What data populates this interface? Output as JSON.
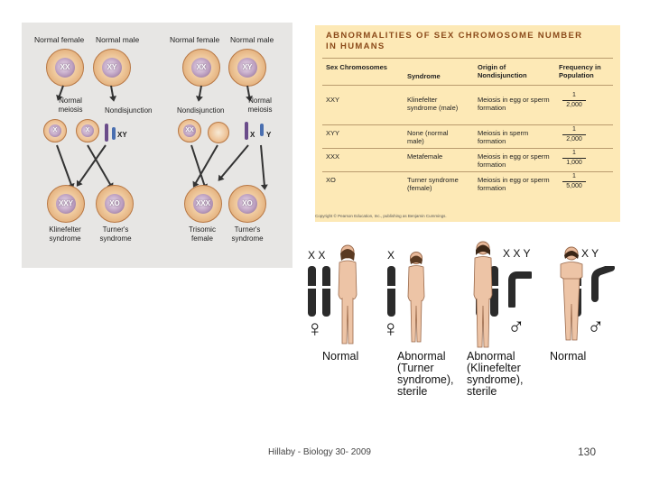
{
  "nondisjunction": {
    "left_headers": [
      "Normal female",
      "Normal male"
    ],
    "right_headers": [
      "Normal female",
      "Normal male"
    ],
    "parent_cells": [
      "XX",
      "XY",
      "XX",
      "XY"
    ],
    "left_meiosis": [
      "Normal meiosis",
      "Nondisjunction"
    ],
    "right_meiosis": [
      "Nondisjunction",
      "Normal meiosis"
    ],
    "left_gametes": [
      "X",
      "X",
      "XY"
    ],
    "right_gametes": [
      "XX",
      "X",
      "Y"
    ],
    "offspring": [
      "XXY",
      "XO",
      "XXX",
      "XO"
    ],
    "outcomes": [
      "Klinefelter syndrome",
      "Turner's syndrome",
      "Trisomic female",
      "Turner's syndrome"
    ]
  },
  "table": {
    "title_line1": "ABNORMALITIES OF SEX CHROMOSOME NUMBER",
    "title_line2": "IN HUMANS",
    "headers": {
      "sex_chromosomes": "Sex Chromosomes",
      "syndrome": "Syndrome",
      "origin": "Origin of Nondisjunction",
      "frequency": "Frequency in Population"
    },
    "rows": [
      {
        "sex": "XXY",
        "syndrome": "Klinefelter syndrome (male)",
        "origin": "Meiosis in egg or sperm formation",
        "freq_num": "1",
        "freq_den": "2,000"
      },
      {
        "sex": "XYY",
        "syndrome": "None (normal male)",
        "origin": "Meiosis in sperm formation",
        "freq_num": "1",
        "freq_den": "2,000"
      },
      {
        "sex": "XXX",
        "syndrome": "Metafemale",
        "origin": "Meiosis in egg or sperm formation",
        "freq_num": "1",
        "freq_den": "1,000"
      },
      {
        "sex": "XO",
        "syndrome": "Turner syndrome (female)",
        "origin": "Meiosis in egg or sperm formation",
        "freq_num": "1",
        "freq_den": "5,000"
      }
    ],
    "copyright": "Copyright © Pearson Education, Inc., publishing as Benjamin Cummings."
  },
  "people": {
    "karyotypes": [
      "X X",
      "X",
      "X X Y",
      "X Y"
    ],
    "labels": [
      "Normal",
      "Abnormal (Turner syndrome), sterile",
      "Abnormal (Klinefelter syndrome), sterile",
      "Normal"
    ],
    "label_lines": [
      [
        "Normal"
      ],
      [
        "Abnormal",
        "(Turner",
        "syndrome),",
        "sterile"
      ],
      [
        "Abnormal",
        "(Klinefelter",
        "syndrome),",
        "sterile"
      ],
      [
        "Normal"
      ]
    ],
    "symbols": [
      "♀",
      "♀",
      "♂",
      "♂"
    ]
  },
  "footer": {
    "credit": "Hillaby - Biology 30- 2009",
    "page_number": "130"
  }
}
